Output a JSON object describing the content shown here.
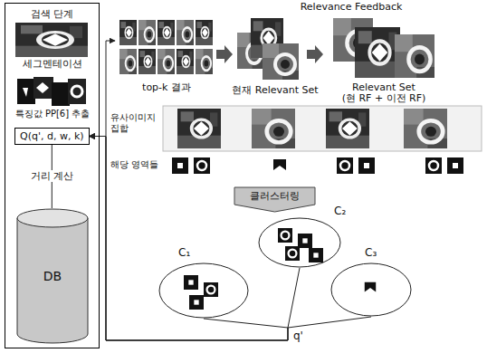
{
  "diagram": {
    "nodes": [
      {
        "text": [
          "검색 단계"
        ]
      },
      {
        "text": [
          "Q(q', d, w, k)"
        ],
        "in": 0
      },
      {
        "text": [
          "DB"
        ],
        "in": 0
      },
      {
        "text": [
          "클러스터링"
        ]
      },
      {
        "text": [
          "C₁"
        ]
      },
      {
        "text": [
          "C₂"
        ]
      },
      {
        "text": [
          "C₃"
        ]
      }
    ],
    "edges": [
      {
        "from": 1,
        "to": 2,
        "arrow": "none"
      },
      {
        "from": 4,
        "to": 1,
        "arrow": "to"
      },
      {
        "from": 5,
        "to": 1,
        "arrow": "to"
      },
      {
        "from": 6,
        "to": 1,
        "arrow": "to"
      }
    ],
    "labels": [
      "Relevance Feedback",
      "top-k 결과",
      "현재 Relevant Set",
      "Relevant Set",
      "(현 RF + 이전 RF)",
      "유사이미지 집합",
      "해당 영역들",
      "세그멘테이션",
      "특징값 PP[6] 추출",
      "거리 계산",
      "q'"
    ]
  }
}
